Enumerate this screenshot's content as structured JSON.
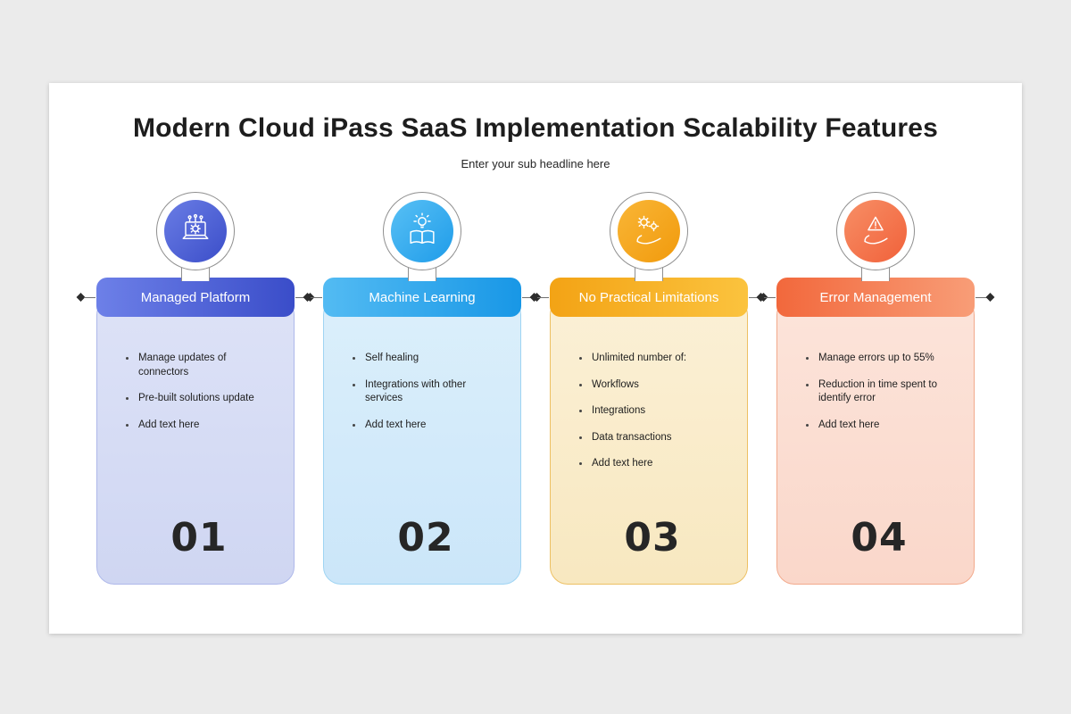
{
  "page": {
    "title": "Modern Cloud iPass SaaS Implementation  Scalability Features",
    "subtitle": "Enter your sub headline here"
  },
  "style": {
    "background": "#ebebeb",
    "slide_background": "#ffffff",
    "connector_color": "#2d2d2d"
  },
  "columns": [
    {
      "number": "01",
      "title": "Managed Platform",
      "icon": "laptop-gear-icon",
      "accent": "#3a4dc9",
      "header_gradient": [
        "#6d80e8",
        "#3a4dc9"
      ],
      "body_color": "#cfd6f2",
      "bullets": [
        "Manage updates of connectors",
        "Pre-built solutions  update",
        "Add text here"
      ]
    },
    {
      "number": "02",
      "title": "Machine Learning",
      "icon": "book-bulb-icon",
      "accent": "#1897e6",
      "header_gradient": [
        "#53bbf3",
        "#1897e6"
      ],
      "body_color": "#cbe6f9",
      "bullets": [
        "Self healing",
        "Integrations with other services",
        "Add text here"
      ]
    },
    {
      "number": "03",
      "title": "No Practical Limitations",
      "icon": "hand-gears-icon",
      "accent": "#f3a315",
      "header_gradient": [
        "#f3a315",
        "#fbc33e"
      ],
      "body_color": "#f8e8c0",
      "bullets": [
        "Unlimited number of:",
        "Workflows",
        "Integrations",
        "Data transactions",
        "Add text here"
      ]
    },
    {
      "number": "04",
      "title": "Error Management",
      "icon": "hand-warning-icon",
      "accent": "#f2683c",
      "header_gradient": [
        "#f2683c",
        "#f89d77"
      ],
      "body_color": "#fad7ca",
      "bullets": [
        "Manage errors up to 55%",
        "Reduction in time  spent to identify error",
        "Add text here"
      ]
    }
  ]
}
